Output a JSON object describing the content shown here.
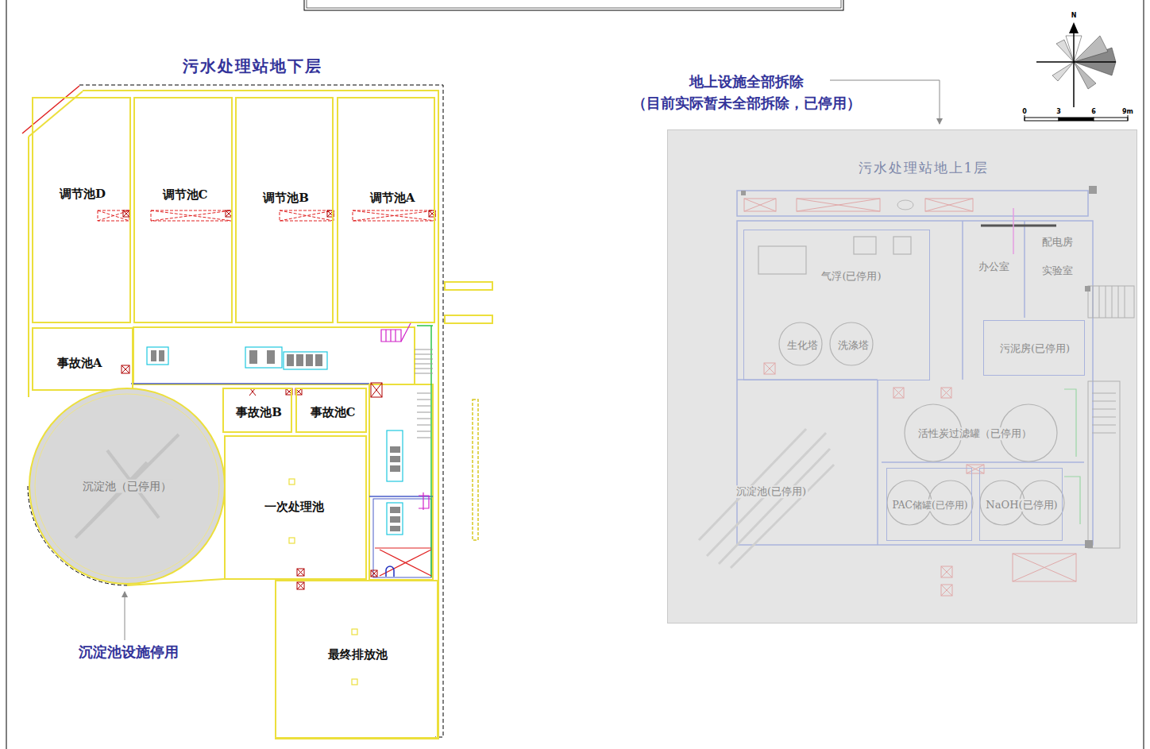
{
  "diagram": {
    "nodes": [
      {
        "text": [
          "污水处理站地下层"
        ]
      },
      {
        "text": [
          "调节池D"
        ],
        "in": 0
      },
      {
        "text": [
          "调节池C"
        ],
        "in": 0
      },
      {
        "text": [
          "调节池B"
        ],
        "in": 0
      },
      {
        "text": [
          "调节池A"
        ],
        "in": 0
      },
      {
        "text": [
          "事故池A"
        ],
        "in": 0
      },
      {
        "text": [
          "事故池B"
        ],
        "in": 0
      },
      {
        "text": [
          "事故池C"
        ],
        "in": 0
      },
      {
        "text": [
          "一次处理池"
        ],
        "in": 0
      },
      {
        "text": [
          "沉淀池（已停用）"
        ],
        "in": 0
      },
      {
        "text": [
          "最终排放池"
        ],
        "in": 0
      },
      {
        "text": [
          "污水处理站地上1层"
        ]
      },
      {
        "text": [
          "气浮(已停用)",
          "生化塔",
          "洗涤塔"
        ],
        "in": 11
      },
      {
        "text": [
          "办公室"
        ],
        "in": 11
      },
      {
        "text": [
          "配电房"
        ],
        "in": 11
      },
      {
        "text": [
          "实验室"
        ],
        "in": 11
      },
      {
        "text": [
          "污泥房(已停用)"
        ],
        "in": 11
      },
      {
        "text": [
          "活性炭过滤罐（已停用）"
        ],
        "in": 11
      },
      {
        "text": [
          "PAC储罐(已停用)"
        ],
        "in": 11
      },
      {
        "text": [
          "NaOH(已停用)"
        ],
        "in": 11
      },
      {
        "text": [
          "沉淀池(已停用)"
        ],
        "in": 11
      }
    ],
    "labels": [
      "地上设施全部拆除",
      "（目前实际暂未全部拆除，已停用）",
      "沉淀池设施停用",
      "N",
      "0",
      "3",
      "6",
      "9m"
    ]
  }
}
